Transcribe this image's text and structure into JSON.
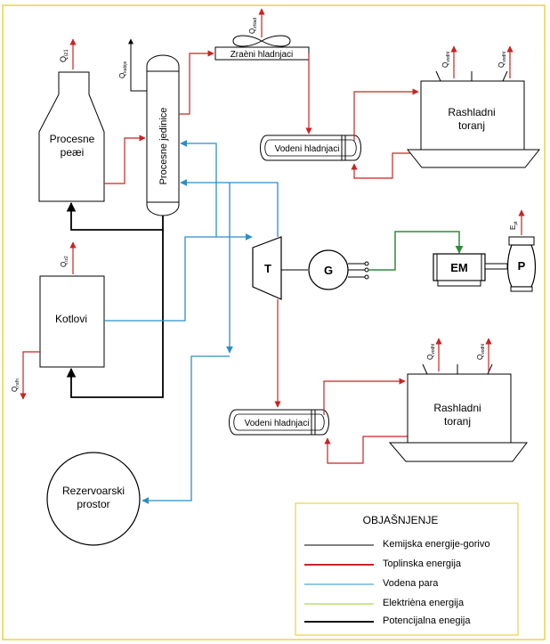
{
  "diagram": {
    "q_labels": {
      "process_furnace": "Q",
      "process_furnace_sub": "iz1",
      "process_units": "Q",
      "process_units_sub": "kabije",
      "air_cooler": "Q",
      "air_cooler_sub": "zhlad",
      "tower1_a": "Q",
      "tower1_a_sub": "vodhl",
      "tower1_b": "Q",
      "tower1_b_sub": "vodhl",
      "boiler_top": "Q",
      "boiler_top_sub": "iz2",
      "boiler_side": "Q",
      "boiler_side_sub": "rafh",
      "tower2_a": "Q",
      "tower2_a_sub": "vodhl",
      "tower2_b": "Q",
      "tower2_b_sub": "vodhl",
      "pump_e": "E",
      "pump_e_sub": "pt"
    },
    "nodes": {
      "process_furnace": [
        "Procesne",
        "peæi"
      ],
      "process_units": "Procesne jedinice",
      "air_cooler": "Zraèni hladnjaci",
      "water_cooler_1": "Vodeni hladnjaci",
      "cooling_tower_1": [
        "Rashladni",
        "toranj"
      ],
      "boilers": "Kotlovi",
      "turbine": "T",
      "generator": "G",
      "motor": "EM",
      "pump": "P",
      "water_cooler_2": "Vodeni hladnjaci",
      "cooling_tower_2": [
        "Rashladni",
        "toranj"
      ],
      "storage": [
        "Rezervoarski",
        "prostor"
      ]
    },
    "legend": {
      "title": "OBJAŠNJENJE",
      "items": [
        {
          "label": "Kemijska energije-gorivo",
          "color": "#000000"
        },
        {
          "label": "Toplinska energija",
          "color": "#cc2222"
        },
        {
          "label": "Vodena para",
          "color": "#2a8fc6"
        },
        {
          "label": "Elektrièna energija",
          "color": "#2e8b3a"
        },
        {
          "label": "Potencijalna enegija",
          "color": "#111111"
        }
      ]
    },
    "colors": {
      "frame": "#e8d24a",
      "heat": "#cc2222",
      "steam": "#2a8fc6",
      "electric": "#2e8b3a",
      "fuel": "#000000"
    }
  }
}
